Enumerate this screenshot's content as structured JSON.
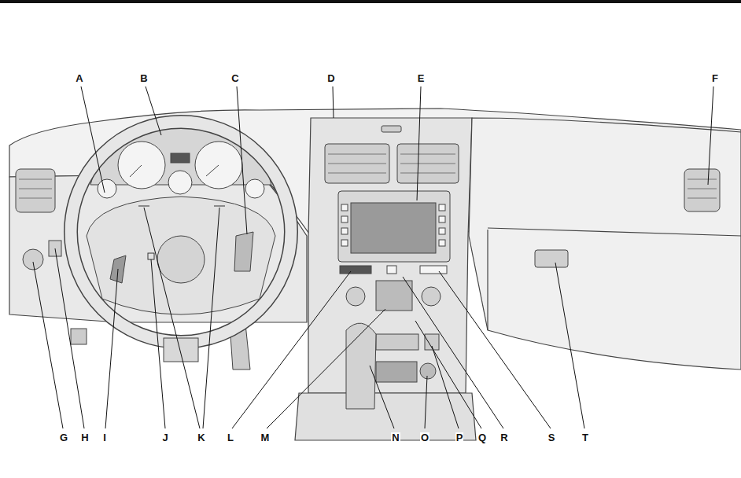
{
  "diagram": {
    "labels": [
      "A",
      "B",
      "C",
      "D",
      "E",
      "F",
      "G",
      "H",
      "I",
      "J",
      "K",
      "L",
      "M",
      "N",
      "O",
      "P",
      "Q",
      "R",
      "S",
      "T"
    ]
  }
}
